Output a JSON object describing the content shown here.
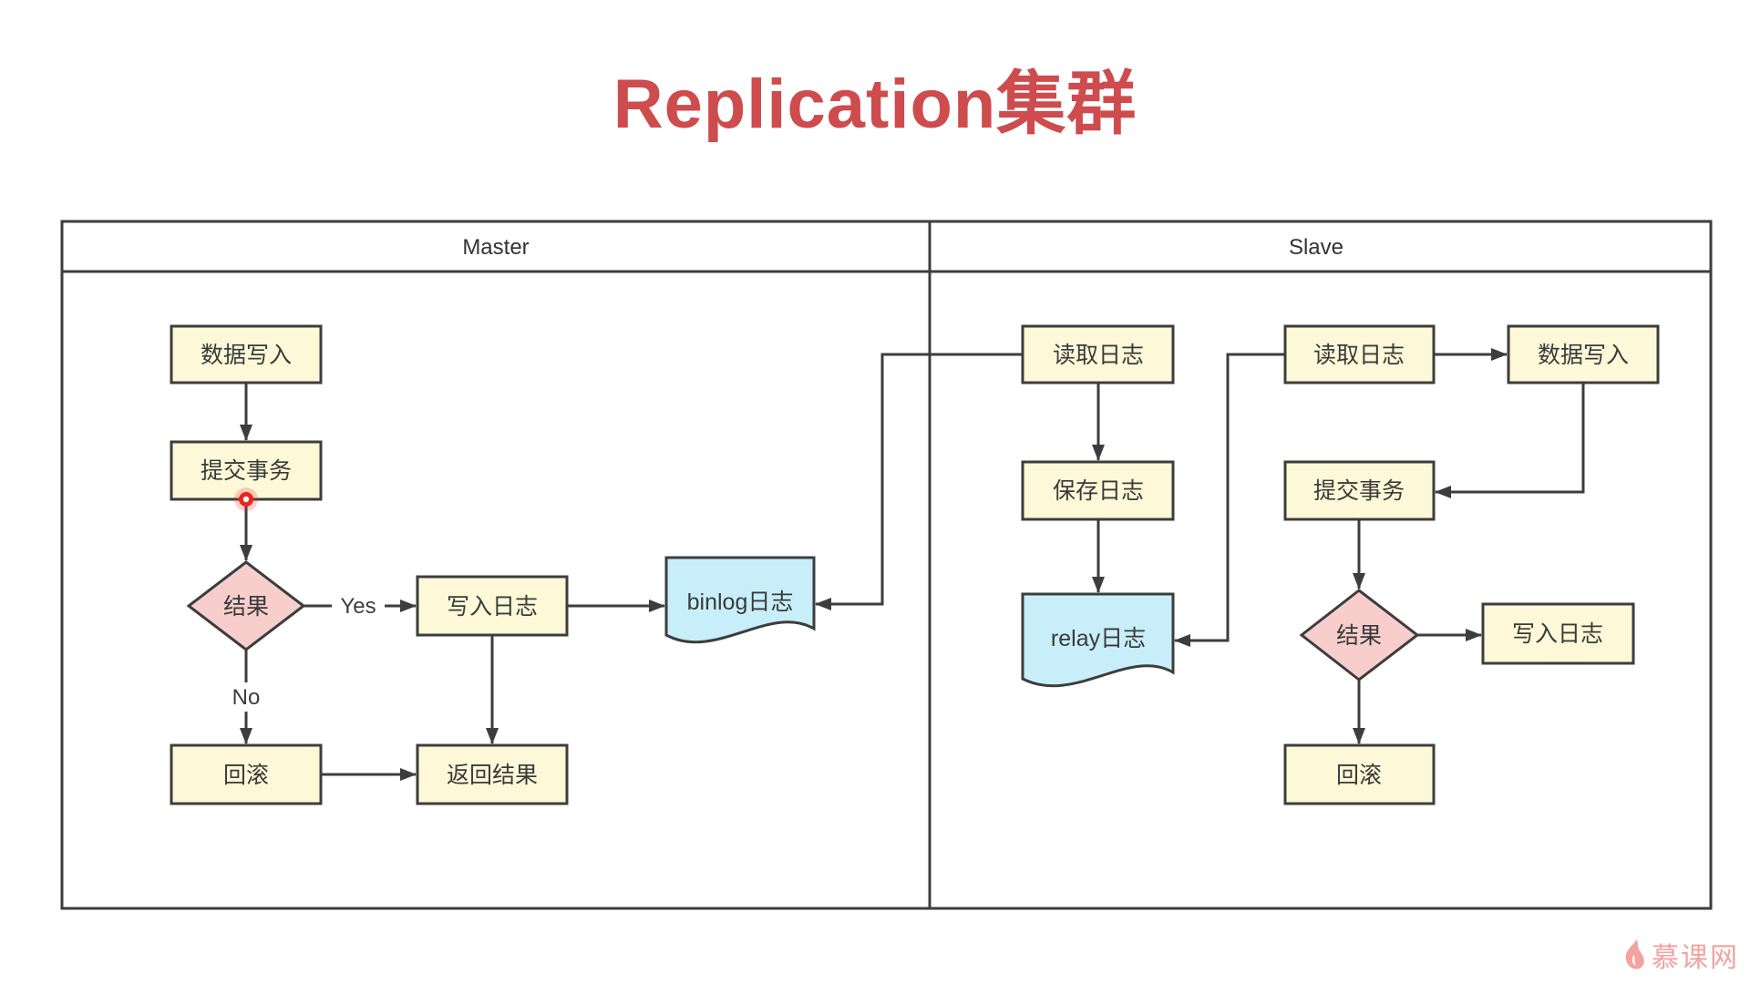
{
  "title": "Replication集群",
  "colors": {
    "title": "#ce4b4e",
    "node_fill_yellow": "#fdf9d8",
    "node_fill_pink": "#f7cecb",
    "node_fill_blue": "#c8eff9",
    "line": "#3d3d3d",
    "record_dot": "#e8251f",
    "watermark": "#f2a2a2"
  },
  "lanes": {
    "master": "Master",
    "slave": "Slave"
  },
  "master": {
    "data_write": "数据写入",
    "commit_tx": "提交事务",
    "result": "结果",
    "write_log": "写入日志",
    "binlog": "binlog日志",
    "rollback": "回滚",
    "return_result": "返回结果",
    "label_yes": "Yes",
    "label_no": "No"
  },
  "slave": {
    "read_log_io": "读取日志",
    "save_log": "保存日志",
    "relay_log": "relay日志",
    "read_log_sql": "读取日志",
    "data_write": "数据写入",
    "commit_tx": "提交事务",
    "result": "结果",
    "write_log": "写入日志",
    "rollback": "回滚"
  },
  "watermark": "慕课网"
}
